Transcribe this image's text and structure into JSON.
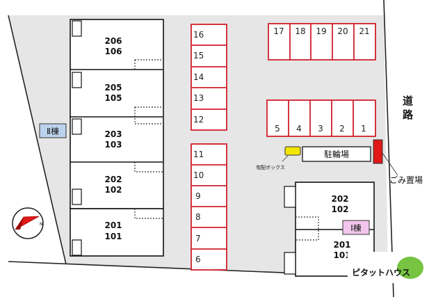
{
  "building_2": {
    "label": "Ⅱ棟",
    "units": [
      {
        "upper": "206",
        "lower": "106"
      },
      {
        "upper": "205",
        "lower": "105"
      },
      {
        "upper": "203",
        "lower": "103"
      },
      {
        "upper": "202",
        "lower": "102"
      },
      {
        "upper": "201",
        "lower": "101"
      }
    ]
  },
  "building_1": {
    "label": "Ⅰ棟",
    "units": [
      {
        "upper": "202",
        "lower": "102"
      },
      {
        "upper": "201",
        "lower": "101"
      }
    ]
  },
  "parking": {
    "left_column_top": [
      "16",
      "15",
      "14",
      "13",
      "12"
    ],
    "left_column_bottom": [
      "11",
      "10",
      "9",
      "8",
      "7",
      "6"
    ],
    "top_row": [
      "17",
      "18",
      "19",
      "20",
      "21"
    ],
    "middle_row": [
      "5",
      "4",
      "3",
      "2",
      "1"
    ]
  },
  "facilities": {
    "bicycle_parking": "駐輪場",
    "delivery_box": "宅配ボックス",
    "garbage": "ごみ置場"
  },
  "road": {
    "char1": "道",
    "char2": "路"
  },
  "logo": {
    "text": "ピタットハウス"
  },
  "colors": {
    "parking_red": "#d0202a",
    "site_gray": "#e6e6e6",
    "building_badge_2": "#bcd3ee",
    "building_badge_1": "#f2c6ec",
    "delivery_yellow": "#f3e600",
    "garbage_red": "#e01818",
    "logo_green": "#76c442"
  }
}
